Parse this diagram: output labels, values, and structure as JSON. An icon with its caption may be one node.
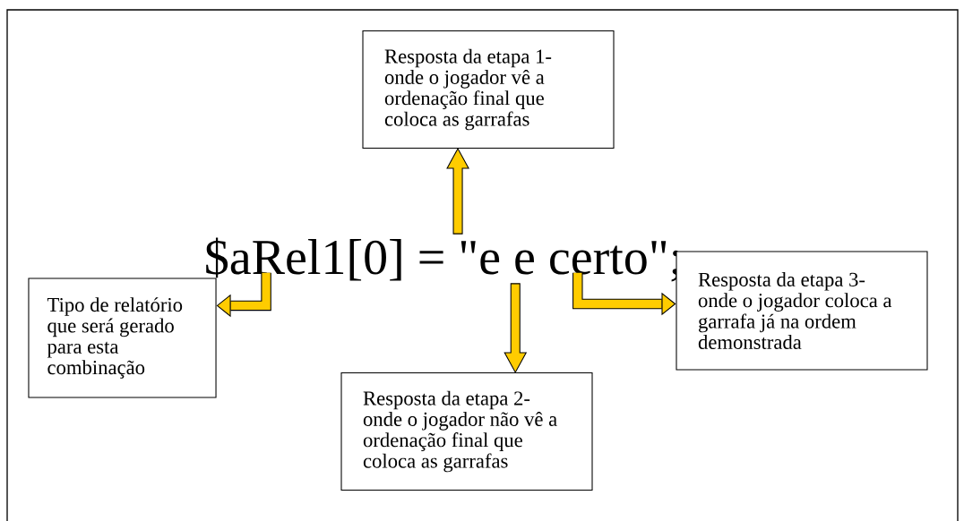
{
  "diagram": {
    "nodes": [
      {
        "text": [
          "Resposta da etapa 1- onde o jogador vê a ordenação final que coloca as garrafas"
        ]
      },
      {
        "text": [
          "$aRel1[0] = \"e   e   certo\";"
        ]
      },
      {
        "text": [
          "Tipo de relatório que será gerado para esta combinação"
        ]
      },
      {
        "text": [
          "Resposta da etapa 3- onde o jogador coloca a garrafa já na ordem demonstrada"
        ]
      },
      {
        "text": [
          "Resposta da etapa 2- onde o jogador não vê a ordenação final que coloca as garrafas"
        ]
      }
    ],
    "edges": [
      {
        "from": 1,
        "to": 0,
        "arrow": "to"
      },
      {
        "from": 1,
        "to": 2,
        "arrow": "to"
      },
      {
        "from": 1,
        "to": 4,
        "arrow": "to"
      },
      {
        "from": 1,
        "to": 3,
        "arrow": "to"
      }
    ]
  }
}
